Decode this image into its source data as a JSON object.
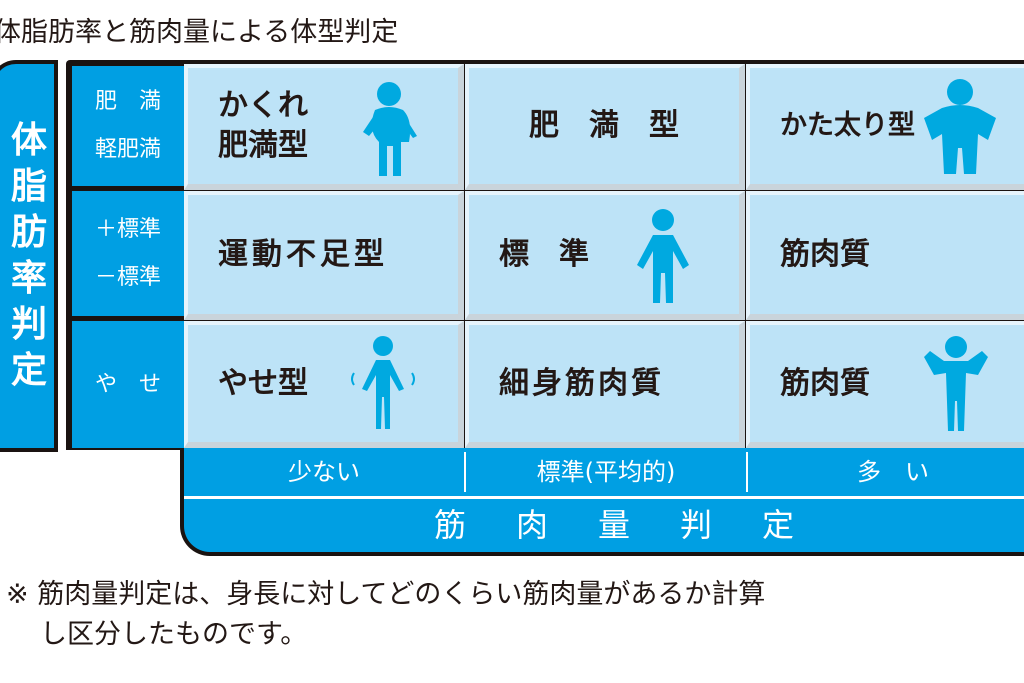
{
  "title": "体脂肪率と筋肉量による体型判定",
  "body_fat_axis": {
    "label_chars": [
      "体",
      "脂",
      "肪",
      "率",
      "判",
      "定"
    ]
  },
  "rows": [
    {
      "header": [
        "肥　満",
        "軽肥満"
      ],
      "cells": [
        {
          "text": [
            "かくれ",
            "肥満型"
          ],
          "icon": "hidden-obese-figure-icon"
        },
        {
          "text": [
            "肥　満　型"
          ],
          "icon": null
        },
        {
          "text": [
            "かた太り型"
          ],
          "icon": "solid-build-figure-icon"
        }
      ]
    },
    {
      "header": [
        "＋標準",
        "－標準"
      ],
      "cells": [
        {
          "text": [
            "運動不足型"
          ],
          "icon": null
        },
        {
          "text": [
            "標　準"
          ],
          "icon": "standard-figure-icon"
        },
        {
          "text": [
            "筋肉質"
          ],
          "icon": null
        }
      ]
    },
    {
      "header": [
        "や　せ"
      ],
      "cells": [
        {
          "text": [
            "やせ型"
          ],
          "icon": "thin-figure-icon"
        },
        {
          "text": [
            "細身筋肉質"
          ],
          "icon": null
        },
        {
          "text": [
            "筋肉質"
          ],
          "icon": "muscular-figure-icon"
        }
      ]
    }
  ],
  "muscle_levels": [
    "少ない",
    "標準(平均的)",
    "多　い"
  ],
  "muscle_axis_label": "筋肉量判定",
  "note": [
    "※ 筋肉量判定は、身長に対してどのくらい筋肉量があるか計算",
    "し区分したものです。"
  ],
  "colors": {
    "blue": "#009fe3",
    "cell": "#bde3f7",
    "figure": "#00a9e0"
  }
}
